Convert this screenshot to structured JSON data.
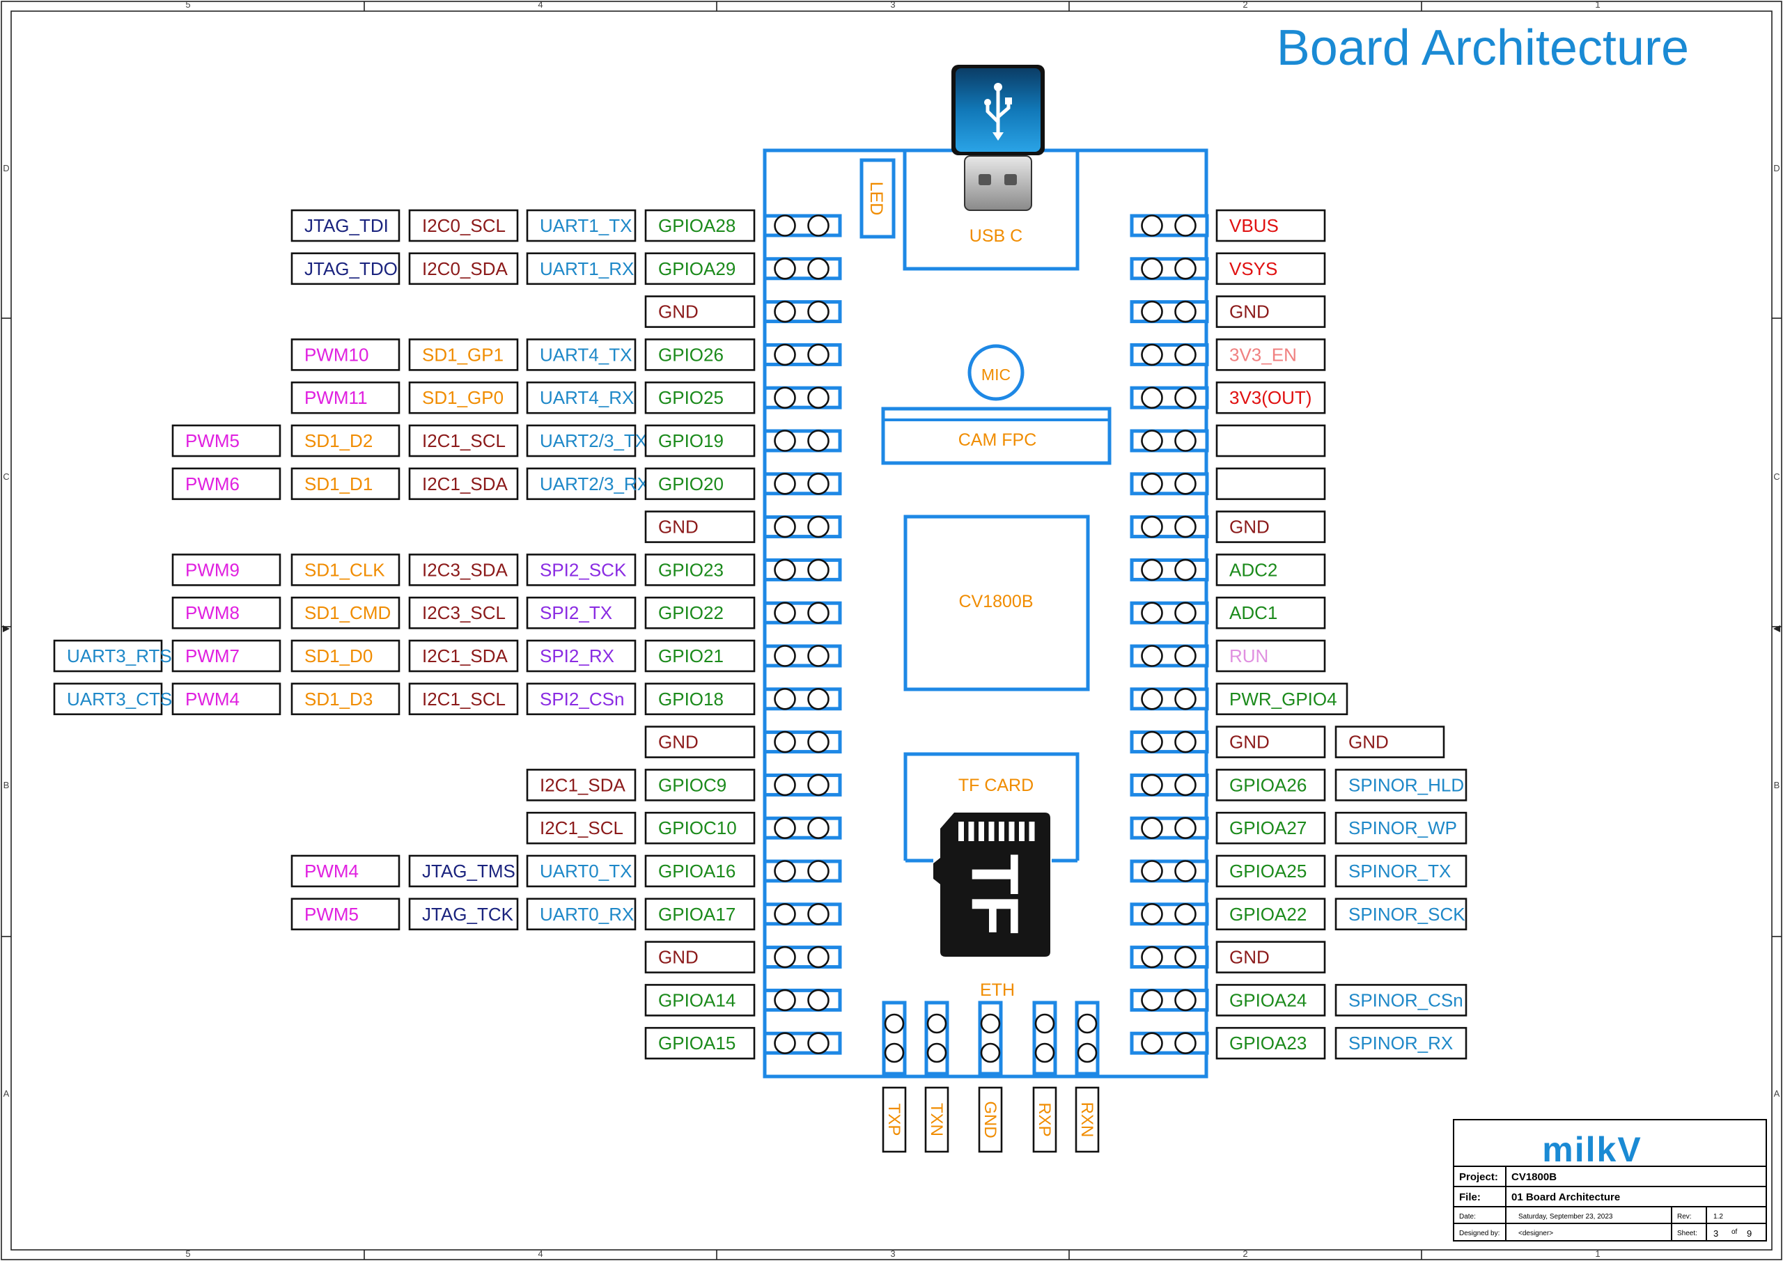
{
  "title": "Board Architecture",
  "colors": {
    "blue_outline": "#1e88e5",
    "title": "#1a8ad4",
    "orange": "#f08c00",
    "navy": "#1a237e",
    "darkred": "#8b1a1a",
    "cyan": "#1e88c8",
    "green": "#1b8a1b",
    "magenta": "#e020e0",
    "purple": "#8a2be2",
    "red": "#e01010",
    "pink": "#f08080",
    "violet": "#e090e0",
    "milkv": "#1a8ad4"
  },
  "board": {
    "led": "LED",
    "usb": "USB C",
    "mic": "MIC",
    "cam": "CAM FPC",
    "soc": "CV1800B",
    "tf": "TF CARD",
    "tf_logo": "TF",
    "eth": "ETH",
    "eth_pins": [
      "TXP",
      "TXN",
      "GND",
      "RXP",
      "RXN"
    ],
    "usb_icon": "usb-icon",
    "tf_icon": "microsd-card-icon"
  },
  "left_rows": [
    [
      {
        "t": "JTAG_TDI",
        "c": "navy"
      },
      {
        "t": "I2C0_SCL",
        "c": "darkred"
      },
      {
        "t": "UART1_TX",
        "c": "cyan"
      },
      {
        "t": "GPIOA28",
        "c": "green"
      }
    ],
    [
      {
        "t": "JTAG_TDO",
        "c": "navy"
      },
      {
        "t": "I2C0_SDA",
        "c": "darkred"
      },
      {
        "t": "UART1_RX",
        "c": "cyan"
      },
      {
        "t": "GPIOA29",
        "c": "green"
      }
    ],
    [
      {
        "t": "GND",
        "c": "darkred"
      }
    ],
    [
      {
        "t": "PWM10",
        "c": "magenta"
      },
      {
        "t": "SD1_GP1",
        "c": "orange"
      },
      {
        "t": "UART4_TX",
        "c": "cyan"
      },
      {
        "t": "GPIO26",
        "c": "green"
      }
    ],
    [
      {
        "t": "PWM11",
        "c": "magenta"
      },
      {
        "t": "SD1_GP0",
        "c": "orange"
      },
      {
        "t": "UART4_RX",
        "c": "cyan"
      },
      {
        "t": "GPIO25",
        "c": "green"
      }
    ],
    [
      {
        "t": "PWM5",
        "c": "magenta"
      },
      {
        "t": "SD1_D2",
        "c": "orange"
      },
      {
        "t": "I2C1_SCL",
        "c": "darkred"
      },
      {
        "t": "UART2/3_TX",
        "c": "cyan"
      },
      {
        "t": "GPIO19",
        "c": "green"
      }
    ],
    [
      {
        "t": "PWM6",
        "c": "magenta"
      },
      {
        "t": "SD1_D1",
        "c": "orange"
      },
      {
        "t": "I2C1_SDA",
        "c": "darkred"
      },
      {
        "t": "UART2/3_RX",
        "c": "cyan"
      },
      {
        "t": "GPIO20",
        "c": "green"
      }
    ],
    [
      {
        "t": "GND",
        "c": "darkred"
      }
    ],
    [
      {
        "t": "PWM9",
        "c": "magenta"
      },
      {
        "t": "SD1_CLK",
        "c": "orange"
      },
      {
        "t": "I2C3_SDA",
        "c": "darkred"
      },
      {
        "t": "SPI2_SCK",
        "c": "purple"
      },
      {
        "t": "GPIO23",
        "c": "green"
      }
    ],
    [
      {
        "t": "PWM8",
        "c": "magenta"
      },
      {
        "t": "SD1_CMD",
        "c": "orange"
      },
      {
        "t": "I2C3_SCL",
        "c": "darkred"
      },
      {
        "t": "SPI2_TX",
        "c": "purple"
      },
      {
        "t": "GPIO22",
        "c": "green"
      }
    ],
    [
      {
        "t": "UART3_RTS",
        "c": "cyan"
      },
      {
        "t": "PWM7",
        "c": "magenta"
      },
      {
        "t": "SD1_D0",
        "c": "orange"
      },
      {
        "t": "I2C1_SDA",
        "c": "darkred"
      },
      {
        "t": "SPI2_RX",
        "c": "purple"
      },
      {
        "t": "GPIO21",
        "c": "green"
      }
    ],
    [
      {
        "t": "UART3_CTS",
        "c": "cyan"
      },
      {
        "t": "PWM4",
        "c": "magenta"
      },
      {
        "t": "SD1_D3",
        "c": "orange"
      },
      {
        "t": "I2C1_SCL",
        "c": "darkred"
      },
      {
        "t": "SPI2_CSn",
        "c": "purple"
      },
      {
        "t": "GPIO18",
        "c": "green"
      }
    ],
    [
      {
        "t": "GND",
        "c": "darkred"
      }
    ],
    [
      {
        "t": "I2C1_SDA",
        "c": "darkred"
      },
      {
        "t": "GPIOC9",
        "c": "green"
      }
    ],
    [
      {
        "t": "I2C1_SCL",
        "c": "darkred"
      },
      {
        "t": "GPIOC10",
        "c": "green"
      }
    ],
    [
      {
        "t": "PWM4",
        "c": "magenta"
      },
      {
        "t": "JTAG_TMS",
        "c": "navy"
      },
      {
        "t": "UART0_TX",
        "c": "cyan"
      },
      {
        "t": "GPIOA16",
        "c": "green"
      }
    ],
    [
      {
        "t": "PWM5",
        "c": "magenta"
      },
      {
        "t": "JTAG_TCK",
        "c": "navy"
      },
      {
        "t": "UART0_RX",
        "c": "cyan"
      },
      {
        "t": "GPIOA17",
        "c": "green"
      }
    ],
    [
      {
        "t": "GND",
        "c": "darkred"
      }
    ],
    [
      {
        "t": "GPIOA14",
        "c": "green"
      }
    ],
    [
      {
        "t": "GPIOA15",
        "c": "green"
      }
    ]
  ],
  "right_rows": [
    [
      {
        "t": "VBUS",
        "c": "red"
      }
    ],
    [
      {
        "t": "VSYS",
        "c": "red"
      }
    ],
    [
      {
        "t": "GND",
        "c": "darkred"
      }
    ],
    [
      {
        "t": "3V3_EN",
        "c": "pink"
      }
    ],
    [
      {
        "t": "3V3(OUT)",
        "c": "red"
      }
    ],
    [
      {
        "t": "",
        "c": "green"
      }
    ],
    [
      {
        "t": "",
        "c": "green"
      }
    ],
    [
      {
        "t": "GND",
        "c": "darkred"
      }
    ],
    [
      {
        "t": "ADC2",
        "c": "green"
      }
    ],
    [
      {
        "t": "ADC1",
        "c": "green"
      }
    ],
    [
      {
        "t": "RUN",
        "c": "violet"
      }
    ],
    [
      {
        "t": "PWR_GPIO4",
        "c": "green"
      }
    ],
    [
      {
        "t": "GND",
        "c": "darkred"
      },
      {
        "t": "GND",
        "c": "darkred"
      }
    ],
    [
      {
        "t": "GPIOA26",
        "c": "green"
      },
      {
        "t": "SPINOR_HLD",
        "c": "cyan"
      }
    ],
    [
      {
        "t": "GPIOA27",
        "c": "green"
      },
      {
        "t": "SPINOR_WP",
        "c": "cyan"
      }
    ],
    [
      {
        "t": "GPIOA25",
        "c": "green"
      },
      {
        "t": "SPINOR_TX",
        "c": "cyan"
      }
    ],
    [
      {
        "t": "GPIOA22",
        "c": "green"
      },
      {
        "t": "SPINOR_SCK",
        "c": "cyan"
      }
    ],
    [
      {
        "t": "GND",
        "c": "darkred"
      }
    ],
    [
      {
        "t": "GPIOA24",
        "c": "green"
      },
      {
        "t": "SPINOR_CSn",
        "c": "cyan"
      }
    ],
    [
      {
        "t": "GPIOA23",
        "c": "green"
      },
      {
        "t": "SPINOR_RX",
        "c": "cyan"
      }
    ]
  ],
  "frame": {
    "columns": [
      "5",
      "4",
      "3",
      "2",
      "1"
    ],
    "rows": [
      "D",
      "C",
      "B",
      "A"
    ]
  },
  "title_block": {
    "logo": "milkV",
    "project_label": "Project:",
    "project": "CV1800B",
    "file_label": "File:",
    "file": "01 Board Architecture",
    "date_label": "Date:",
    "date": "Saturday, September 23, 2023",
    "rev_label": "Rev:",
    "rev": "1.2",
    "designed_label": "Designed by:",
    "designed": "<designer>",
    "sheet_label": "Sheet:",
    "sheet": "3",
    "of_label": "of",
    "sheet_total": "9"
  }
}
